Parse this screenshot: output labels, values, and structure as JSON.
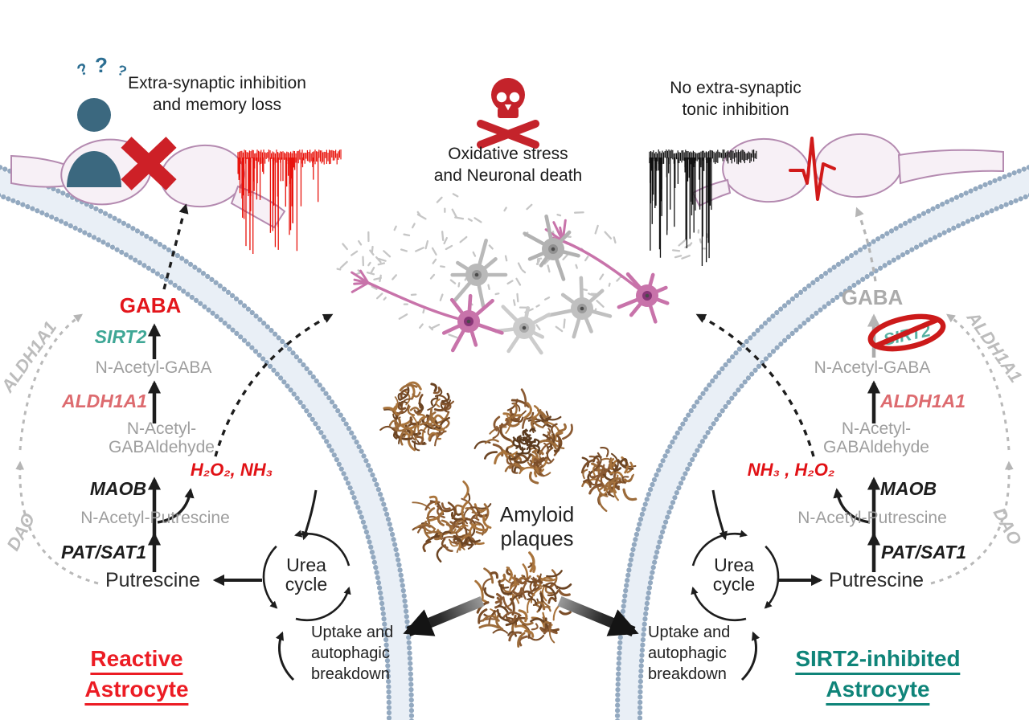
{
  "captions": {
    "memory_line1": "Extra-synaptic inhibition",
    "memory_line2": "and memory loss",
    "questions": [
      "?",
      "?",
      "?"
    ],
    "oxidative_line1": "Oxidative stress",
    "oxidative_line2": "and Neuronal death",
    "tonic_line1": "No extra-synaptic",
    "tonic_line2": "tonic inhibition"
  },
  "metabolites": {
    "gaba": "GABA",
    "n_acetyl_gaba": "N-Acetyl-GABA",
    "n_acetyl_gabaldehyde_line1": "N-Acetyl-",
    "n_acetyl_gabaldehyde_line2": "GABAldehyde",
    "n_acetyl_putrescine": "N-Acetyl-Putrescine",
    "putrescine": "Putrescine",
    "byproducts_left": "H₂O₂, NH₃",
    "byproducts_right": "NH₃ , H₂O₂"
  },
  "enzymes": {
    "sirt2": "SIRT2",
    "aldh1a1": "ALDH1A1",
    "maob": "MAOB",
    "pat_sat1": "PAT/SAT1",
    "dao": "DAO"
  },
  "center": {
    "amyloid_line1": "Amyloid",
    "amyloid_line2": "plaques",
    "urea_line1": "Urea",
    "urea_line2": "cycle",
    "uptake_line1": "Uptake and",
    "uptake_line2": "autophagic",
    "uptake_line3": "breakdown"
  },
  "footers": {
    "left_line1": "Reactive",
    "left_line2": "Astrocyte",
    "right_line1": "SIRT2-inhibited",
    "right_line2": "Astrocyte"
  },
  "colors": {
    "gaba_red": "#e3151b",
    "enzyme_teal": "#3fa796",
    "enzyme_salmon": "#dd6b6f",
    "byproduct_red": "#e11216",
    "footer_red": "#ec1c24",
    "footer_teal": "#0f8479",
    "metabolite_gray": "#9e9e9e",
    "membrane_bead": "#93a9c0",
    "plaque_brown": "#8a5a33",
    "neuron_pink": "#c873aa",
    "neuron_gray": "#b9b9b9",
    "person_blue": "#3b687f",
    "skull_red": "#c4232b"
  }
}
